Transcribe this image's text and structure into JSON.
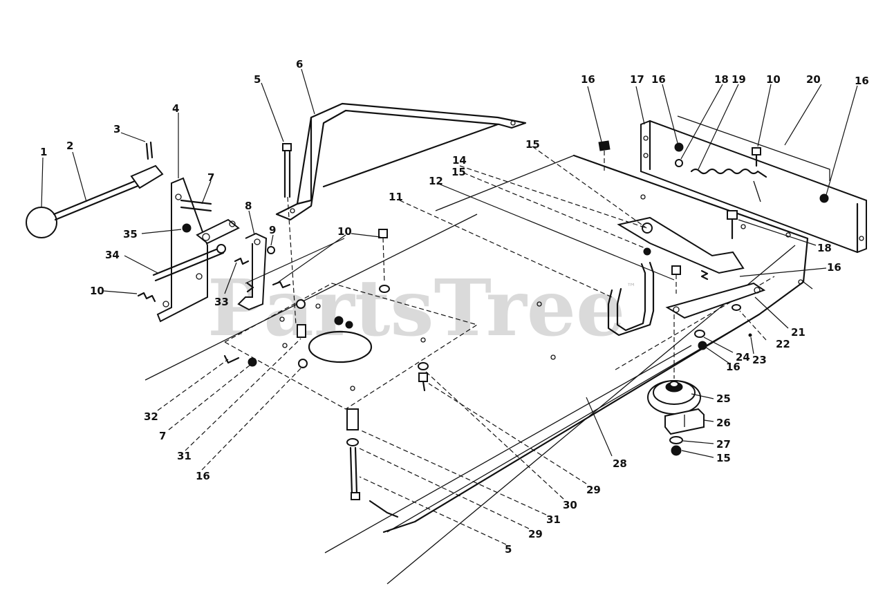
{
  "watermark": {
    "text": "PartsTree",
    "mark": "™"
  },
  "callouts": [
    {
      "id": "c1",
      "text": "1"
    },
    {
      "id": "c2",
      "text": "2"
    },
    {
      "id": "c3",
      "text": "3"
    },
    {
      "id": "c4",
      "text": "4"
    },
    {
      "id": "c5a",
      "text": "5"
    },
    {
      "id": "c6",
      "text": "6"
    },
    {
      "id": "c7a",
      "text": "7"
    },
    {
      "id": "c8",
      "text": "8"
    },
    {
      "id": "c9",
      "text": "9"
    },
    {
      "id": "c10a",
      "text": "10"
    },
    {
      "id": "c10b",
      "text": "10"
    },
    {
      "id": "c10c",
      "text": "10"
    },
    {
      "id": "c11",
      "text": "11"
    },
    {
      "id": "c12",
      "text": "12"
    },
    {
      "id": "c14",
      "text": "14"
    },
    {
      "id": "c15a",
      "text": "15"
    },
    {
      "id": "c15b",
      "text": "15"
    },
    {
      "id": "c16a",
      "text": "16"
    },
    {
      "id": "c17",
      "text": "17"
    },
    {
      "id": "c16b",
      "text": "16"
    },
    {
      "id": "c18a",
      "text": "18"
    },
    {
      "id": "c19",
      "text": "19"
    },
    {
      "id": "c20",
      "text": "20"
    },
    {
      "id": "c16c",
      "text": "16"
    },
    {
      "id": "c18b",
      "text": "18"
    },
    {
      "id": "c16d",
      "text": "16"
    },
    {
      "id": "c21",
      "text": "21"
    },
    {
      "id": "c22",
      "text": "22"
    },
    {
      "id": "c23",
      "text": "23"
    },
    {
      "id": "c24",
      "text": "24"
    },
    {
      "id": "c16e",
      "text": "16"
    },
    {
      "id": "c25",
      "text": "25"
    },
    {
      "id": "c26",
      "text": "26"
    },
    {
      "id": "c27",
      "text": "27"
    },
    {
      "id": "c15c",
      "text": "15"
    },
    {
      "id": "c28",
      "text": "28"
    },
    {
      "id": "c29a",
      "text": "29"
    },
    {
      "id": "c30",
      "text": "30"
    },
    {
      "id": "c31a",
      "text": "31"
    },
    {
      "id": "c29b",
      "text": "29"
    },
    {
      "id": "c5b",
      "text": "5"
    },
    {
      "id": "c32",
      "text": "32"
    },
    {
      "id": "c7b",
      "text": "7"
    },
    {
      "id": "c31b",
      "text": "31"
    },
    {
      "id": "c16f",
      "text": "16"
    },
    {
      "id": "c35",
      "text": "35"
    },
    {
      "id": "c34",
      "text": "34"
    },
    {
      "id": "c33",
      "text": "33"
    }
  ]
}
